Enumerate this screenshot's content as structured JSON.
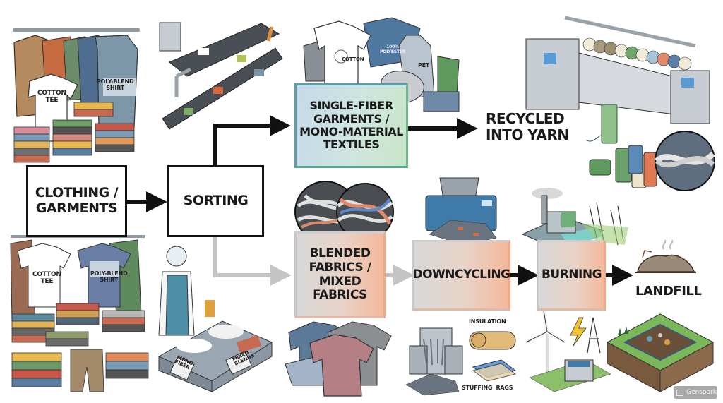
{
  "diagram": {
    "title": "Textile recycling flow",
    "nodes": {
      "clothing": {
        "label": "CLOTHING /\nGARMENTS"
      },
      "sorting": {
        "label": "SORTING"
      },
      "single_fiber": {
        "label": "SINGLE-FIBER\nGARMENTS /\nMONO-MATERIAL\nTEXTILES"
      },
      "recycled": {
        "label": "RECYCLED\nINTO YARN"
      },
      "blended": {
        "label": "BLENDED\nFABRICS /\nMIXED\nFABRICS"
      },
      "downcycling": {
        "label": "DOWNCYCLING"
      },
      "burning": {
        "label": "BURNING"
      },
      "landfill": {
        "label": "LANDFILL"
      }
    },
    "edges": [
      {
        "from": "clothing",
        "to": "sorting",
        "style": "black"
      },
      {
        "from": "sorting",
        "to": "single_fiber",
        "style": "black"
      },
      {
        "from": "single_fiber",
        "to": "recycled",
        "style": "black"
      },
      {
        "from": "sorting",
        "to": "blended",
        "style": "gray"
      },
      {
        "from": "blended",
        "to": "downcycling",
        "style": "gray"
      },
      {
        "from": "downcycling",
        "to": "burning",
        "style": "black"
      },
      {
        "from": "burning",
        "to": "landfill",
        "style": "black"
      }
    ],
    "illustration_labels": {
      "rack_top_cotton": "COTTON\nTEE",
      "rack_top_poly": "POLY-BLEND\nSHIRT",
      "rack_bottom_cotton": "COTTON\nTEE",
      "rack_bottom_poly": "POLY-BLEND\nSHIRT",
      "shirt_cotton": "COTTON",
      "shirt_polyester": "100%\nPOLYESTER",
      "shirt_pet": "PET",
      "bin_mono": "MONO-\nFIBER",
      "bin_mixed": "MIXED\nBLENDS",
      "insulation": "INSULATION",
      "stuffing_rags": "STUFFING  RAGS"
    },
    "colors": {
      "arrow_primary": "#111111",
      "arrow_secondary": "#c4c4c4",
      "single_fiber_border": "#5a9fb0",
      "warm_accent": "#f5b89a"
    }
  },
  "watermark": {
    "label": "Genspark"
  }
}
